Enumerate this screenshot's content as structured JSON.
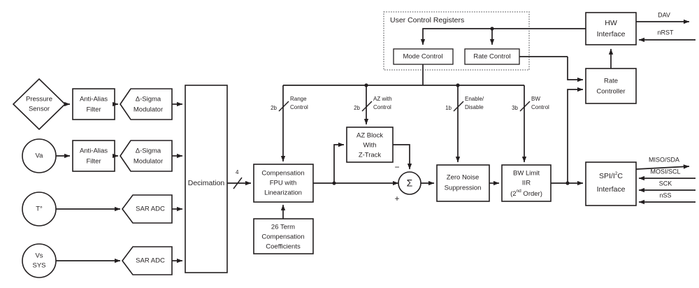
{
  "diagram": {
    "title": "Digital pressure sensor signal chain block diagram",
    "stroke_color": "#231f20",
    "group_color": "#6d6e71",
    "background": "#ffffff"
  },
  "sources": [
    {
      "id": "pressure-sensor",
      "shape": "diamond",
      "line1": "Pressure",
      "line2": "Sensor"
    },
    {
      "id": "va",
      "shape": "circle",
      "line1": "Va",
      "line2": ""
    },
    {
      "id": "temperature",
      "shape": "circle",
      "line1": "T°",
      "line2": ""
    },
    {
      "id": "vs-sys",
      "shape": "circle",
      "line1": "Vs",
      "line2": "SYS"
    }
  ],
  "front_end": [
    {
      "id": "anti-alias-filter-1",
      "shape": "rect",
      "line1": "Anti-Alias",
      "line2": "Filter"
    },
    {
      "id": "delta-sigma-modulator-1",
      "shape": "hex",
      "line1": "Δ-Sigma",
      "line2": "Modulator"
    },
    {
      "id": "anti-alias-filter-2",
      "shape": "rect",
      "line1": "Anti-Alias",
      "line2": "Filter"
    },
    {
      "id": "delta-sigma-modulator-2",
      "shape": "hex",
      "line1": "Δ-Sigma",
      "line2": "Modulator"
    },
    {
      "id": "sar-adc-1",
      "shape": "hex",
      "line1": "SAR ADC",
      "line2": ""
    },
    {
      "id": "sar-adc-2",
      "shape": "hex",
      "line1": "SAR ADC",
      "line2": ""
    }
  ],
  "blocks": {
    "decimation": {
      "label": "Decimation"
    },
    "compensation_fpu": {
      "line1": "Compensation",
      "line2": "FPU with",
      "line3": "Linearization"
    },
    "coefficients": {
      "line1": "26 Term",
      "line2": "Compensation",
      "line3": "Coefficients"
    },
    "az_block": {
      "line1": "AZ Block",
      "line2": "With",
      "line3": "Z-Track"
    },
    "zero_noise": {
      "line1": "Zero Noise",
      "line2": "Suppression"
    },
    "bw_limit": {
      "line1": "BW Limit",
      "line2": "IIR",
      "line3_pre": "(2",
      "line3_sup": "nd",
      "line3_post": " Order)"
    },
    "hw_interface": {
      "line1": "HW",
      "line2": "Interface"
    },
    "rate_controller": {
      "line1": "Rate",
      "line2": "Controller"
    },
    "spi_i2c": {
      "line1_pre": "SPI/I",
      "line1_sup": "2",
      "line1_post": "C",
      "line2": "Interface"
    }
  },
  "user_control_registers": {
    "group_label": "User Control Registers",
    "registers": [
      {
        "id": "mode-control",
        "label": "Mode Control"
      },
      {
        "id": "rate-control",
        "label": "Rate Control"
      }
    ]
  },
  "control_signals": [
    {
      "id": "range-control",
      "bits": "2b",
      "line1": "Range",
      "line2": "Control"
    },
    {
      "id": "az-with-control",
      "bits": "2b",
      "line1": "AZ with",
      "line2": "Control"
    },
    {
      "id": "enable-disable",
      "bits": "1b",
      "line1": "Enable/",
      "line2": "Disable"
    },
    {
      "id": "bw-control",
      "bits": "3b",
      "line1": "BW",
      "line2": "Control"
    }
  ],
  "bus_labels": [
    {
      "id": "decimation-out-width",
      "value": "4"
    }
  ],
  "summer": {
    "symbol": "Σ",
    "minus": "−",
    "plus": "+"
  },
  "io_signals": {
    "hw_interface": [
      {
        "id": "dav",
        "label": "DAV",
        "direction": "out"
      },
      {
        "id": "nrst",
        "label": "nRST",
        "direction": "in"
      }
    ],
    "serial": [
      {
        "id": "miso-sda",
        "label": "MISO/SDA",
        "direction": "out"
      },
      {
        "id": "mosi-scl",
        "label": "MOSI/SCL",
        "direction": "in"
      },
      {
        "id": "sck",
        "label": "SCK",
        "direction": "in"
      },
      {
        "id": "nss",
        "label": "nSS",
        "direction": "in"
      }
    ]
  }
}
